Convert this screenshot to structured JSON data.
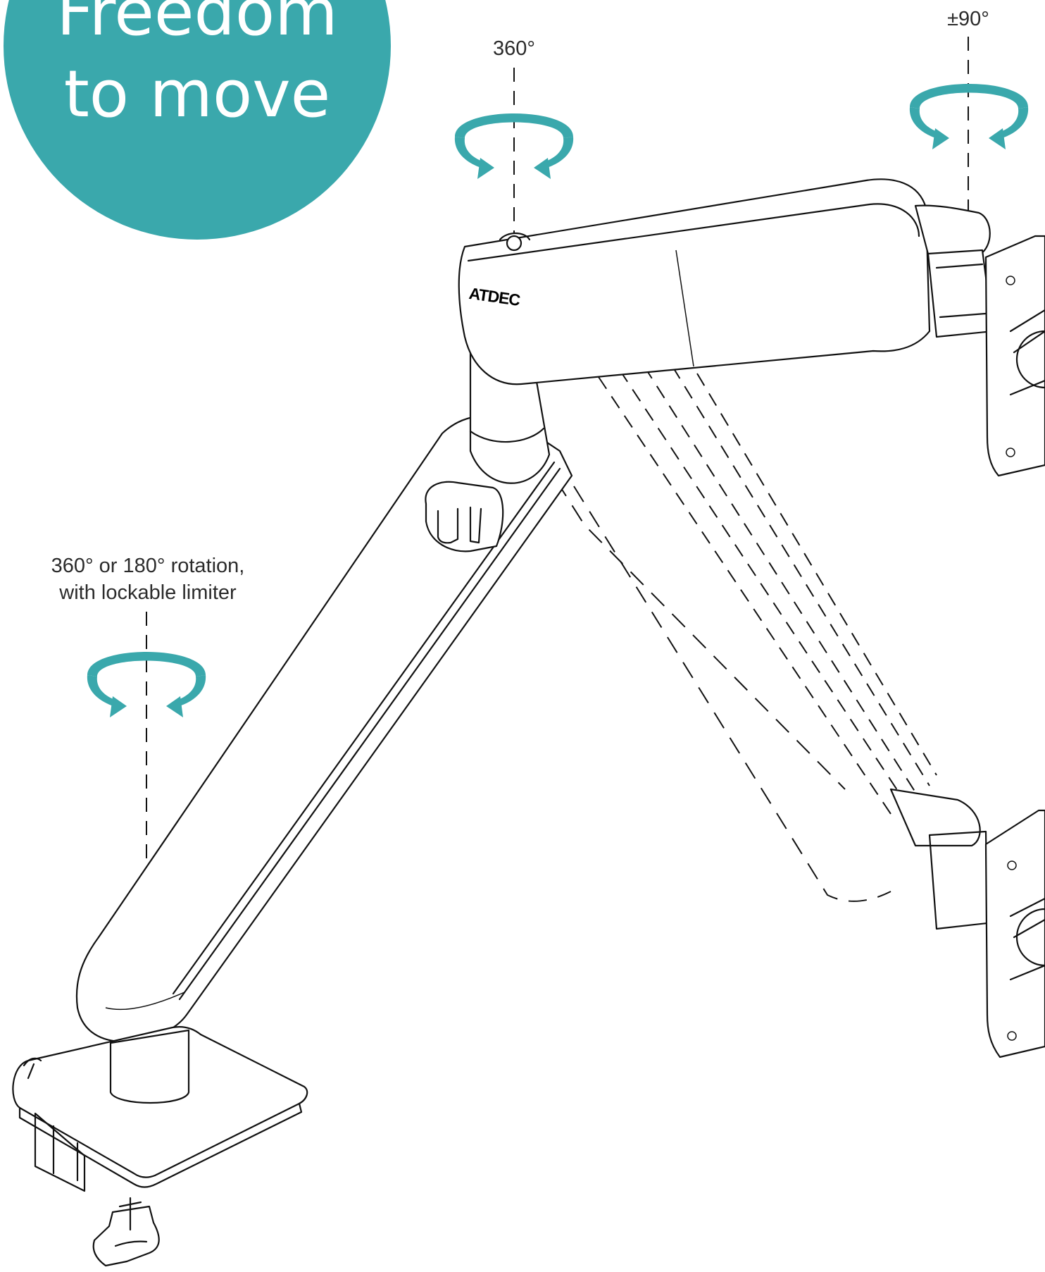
{
  "badge": {
    "line1": "Freedom",
    "line2": "to move",
    "color": "#3aa8ac"
  },
  "annotations": {
    "top_pivot": "360°",
    "tilt": "±90°",
    "base_line1": "360° or 180° rotation,",
    "base_line2": "with lockable limiter"
  },
  "brand": "ATDEC",
  "colors": {
    "accent": "#3aa8ac",
    "line": "#111111",
    "text": "#2b2b2b"
  },
  "icons": [
    "rotation-arrow-icon",
    "monitor-arm-illustration",
    "desk-clamp-icon"
  ]
}
